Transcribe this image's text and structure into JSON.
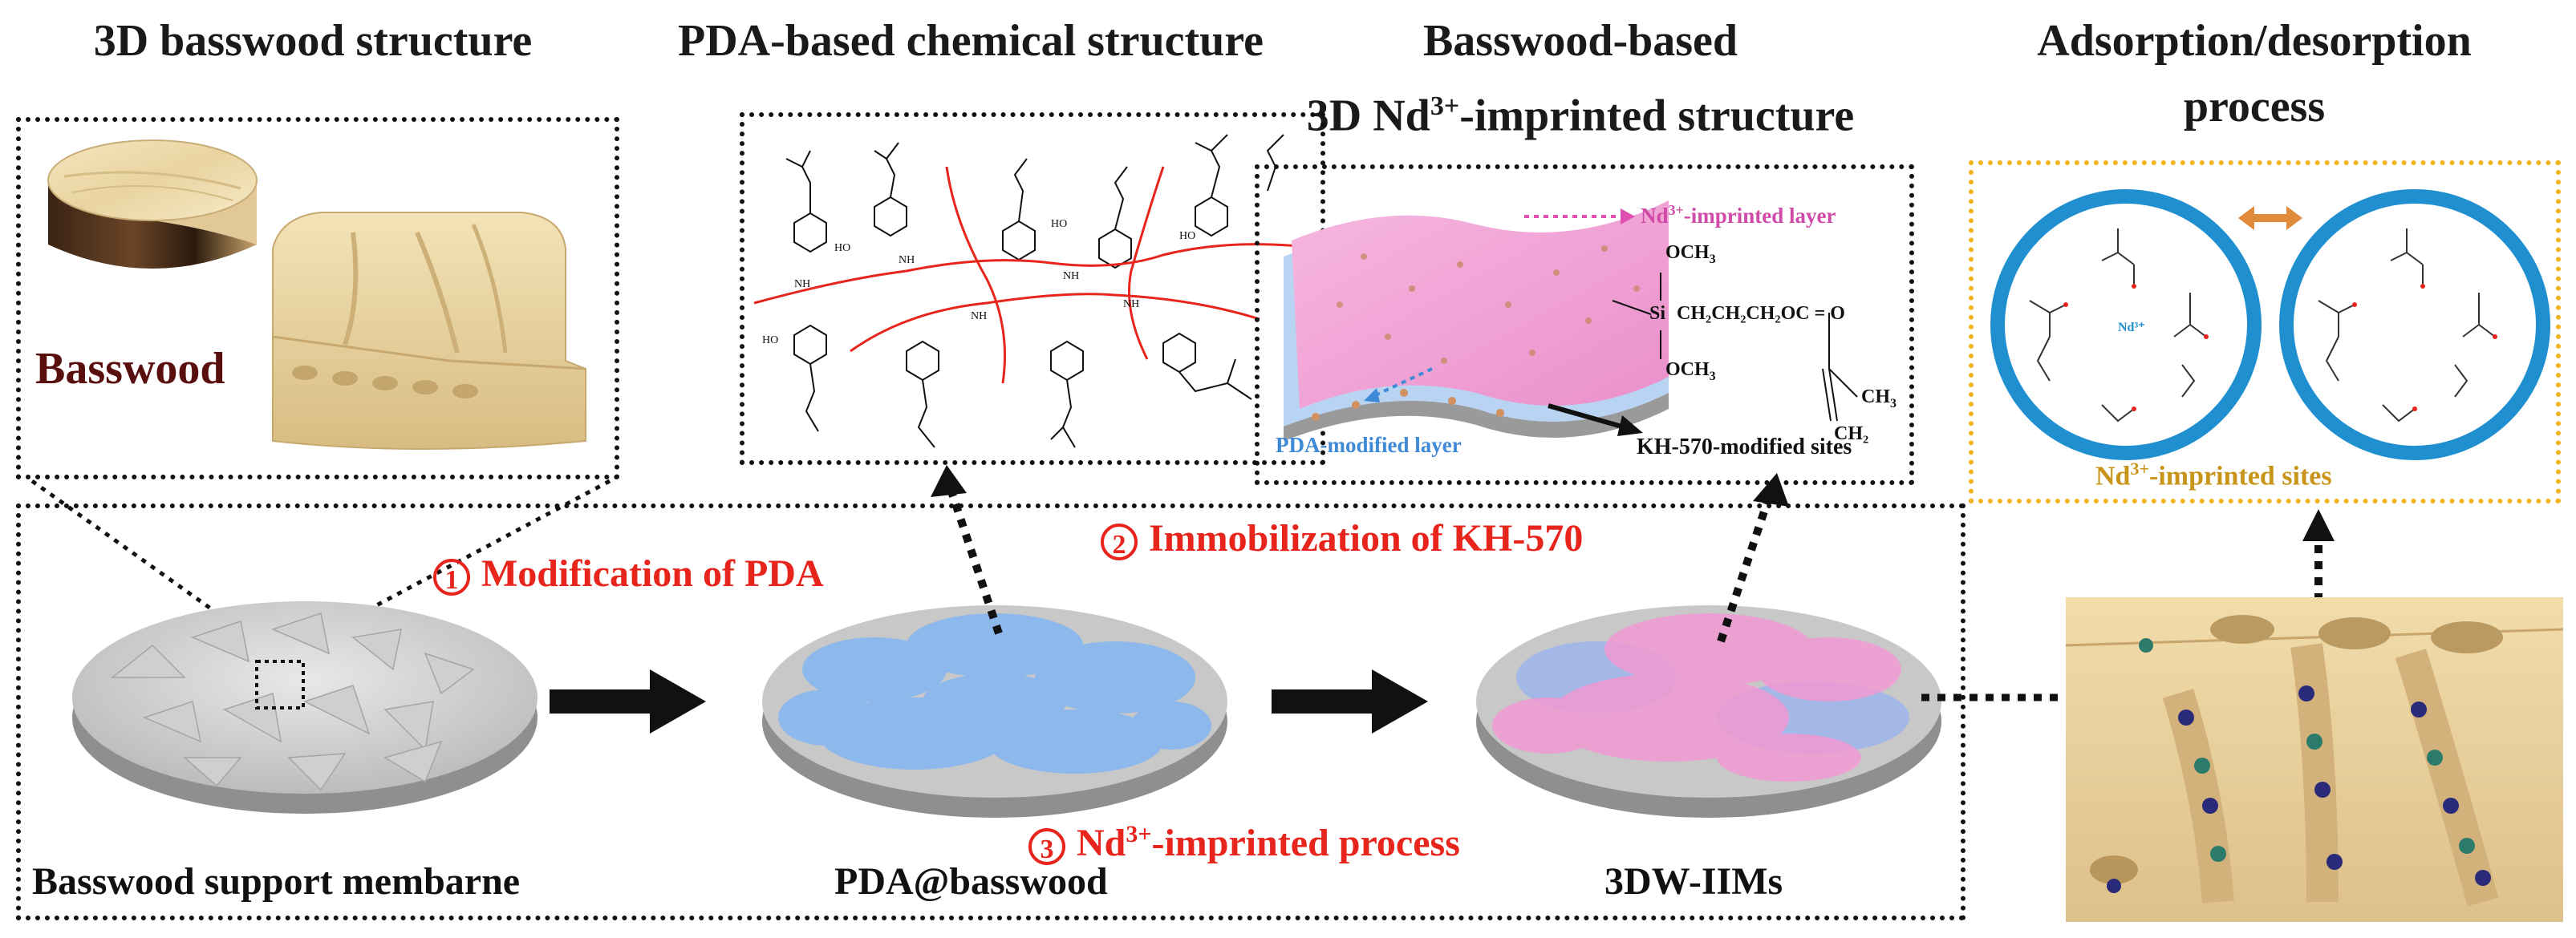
{
  "titles": {
    "basswood_structure": "3D basswood structure",
    "pda_structure": "PDA-based chemical structure",
    "imprinted_line1": "Basswood-based",
    "imprinted_line2_pre": "3D Nd",
    "imprinted_line2_sup": "3+",
    "imprinted_line2_post": "-imprinted structure",
    "adsorption_line1": "Adsorption/desorption",
    "adsorption_line2": "process"
  },
  "basswood_label": "Basswood",
  "layer_labels": {
    "imprinted_layer_pre": "Nd",
    "imprinted_layer_sup": "3+",
    "imprinted_layer_post": "-imprinted layer",
    "pda_layer": "PDA-modified layer",
    "kh570_sites": "KH-570-modified sites",
    "och3_top": "OCH",
    "och3_bottom": "OCH",
    "chain": "CH₂CH₂CH₂OC = O",
    "ch3": "CH",
    "ch2": "CH₂",
    "si": "Si"
  },
  "nd_center": "Nd³⁺",
  "imprinted_sites_pre": "Nd",
  "imprinted_sites_sup": "3+",
  "imprinted_sites_post": "-imprinted sites",
  "steps": {
    "step1_num": "1",
    "step1": "Modification of PDA",
    "step2_num": "2",
    "step2": "Immobilization of KH-570",
    "step3_num": "3",
    "step3_pre": "Nd",
    "step3_sup": "3+",
    "step3_post": "-imprinted process"
  },
  "membrane_labels": {
    "basswood_support": "Basswood support membarne",
    "pda_basswood": "PDA@basswood",
    "product": "3DW-IIMs"
  },
  "colors": {
    "red": "#e8251d",
    "blue_ring": "#1f8fd0",
    "pda_blue": "#8ab8ee",
    "imprint_pink": "#f19ad2",
    "wood": "#e6d3a0",
    "yellow_box": "#f2b31b",
    "orange_arrow": "#e08a3c"
  }
}
